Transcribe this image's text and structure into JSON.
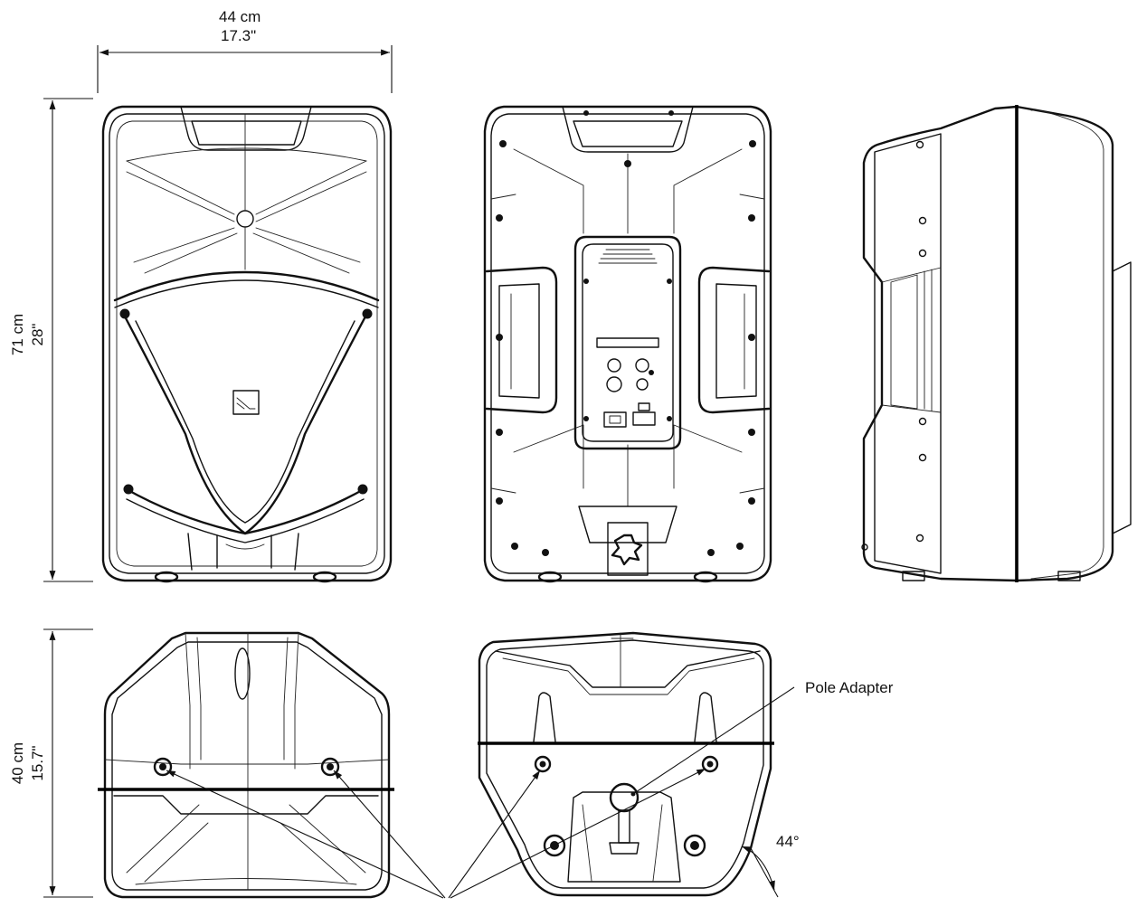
{
  "dimensions": {
    "width": {
      "metric": "44 cm",
      "imperial": "17.3\""
    },
    "height": {
      "metric": "71 cm",
      "imperial": "28\""
    },
    "depth": {
      "metric": "40 cm",
      "imperial": "15.7\""
    }
  },
  "callouts": {
    "pole_adapter": "Pole Adapter",
    "tilt_angle": "44°"
  },
  "views": [
    "front-view",
    "rear-view",
    "side-view",
    "top-view",
    "bottom-view"
  ]
}
